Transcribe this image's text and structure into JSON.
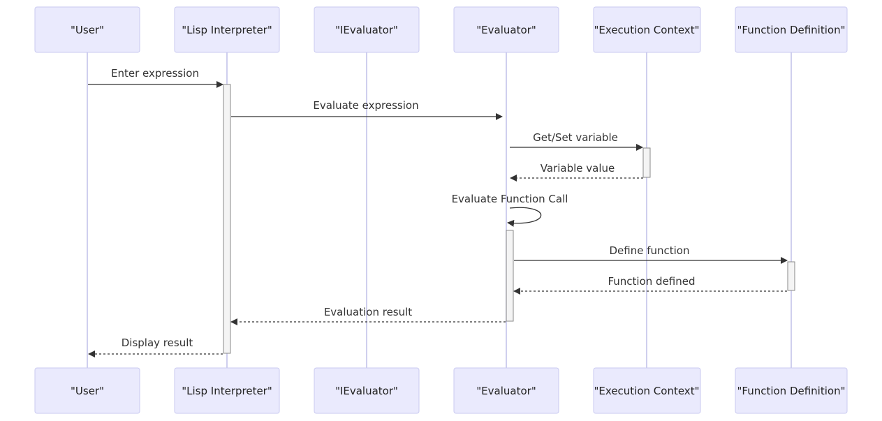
{
  "participants": [
    {
      "id": "user",
      "label": "\"User\""
    },
    {
      "id": "interp",
      "label": "\"Lisp Interpreter\""
    },
    {
      "id": "ieval",
      "label": "\"IEvaluator\""
    },
    {
      "id": "eval",
      "label": "\"Evaluator\""
    },
    {
      "id": "ctx",
      "label": "\"Execution Context\""
    },
    {
      "id": "func",
      "label": "\"Function Definition\""
    }
  ],
  "messages": [
    {
      "from": "user",
      "to": "interp",
      "label": "Enter expression",
      "style": "solid"
    },
    {
      "from": "interp",
      "to": "eval",
      "label": "Evaluate expression",
      "style": "solid"
    },
    {
      "from": "eval",
      "to": "ctx",
      "label": "Get/Set variable",
      "style": "solid"
    },
    {
      "from": "ctx",
      "to": "eval",
      "label": "Variable value",
      "style": "dashed"
    },
    {
      "from": "eval",
      "to": "eval",
      "label": "Evaluate Function Call",
      "style": "self"
    },
    {
      "from": "eval",
      "to": "func",
      "label": "Define function",
      "style": "solid"
    },
    {
      "from": "func",
      "to": "eval",
      "label": "Function defined",
      "style": "dashed"
    },
    {
      "from": "eval",
      "to": "interp",
      "label": "Evaluation result",
      "style": "dashed"
    },
    {
      "from": "interp",
      "to": "user",
      "label": "Display result",
      "style": "dashed"
    }
  ],
  "colors": {
    "actor_fill": "#eaeafd",
    "actor_stroke": "#c9c9f0",
    "lifeline": "#cfcfee",
    "arrow": "#333333"
  }
}
